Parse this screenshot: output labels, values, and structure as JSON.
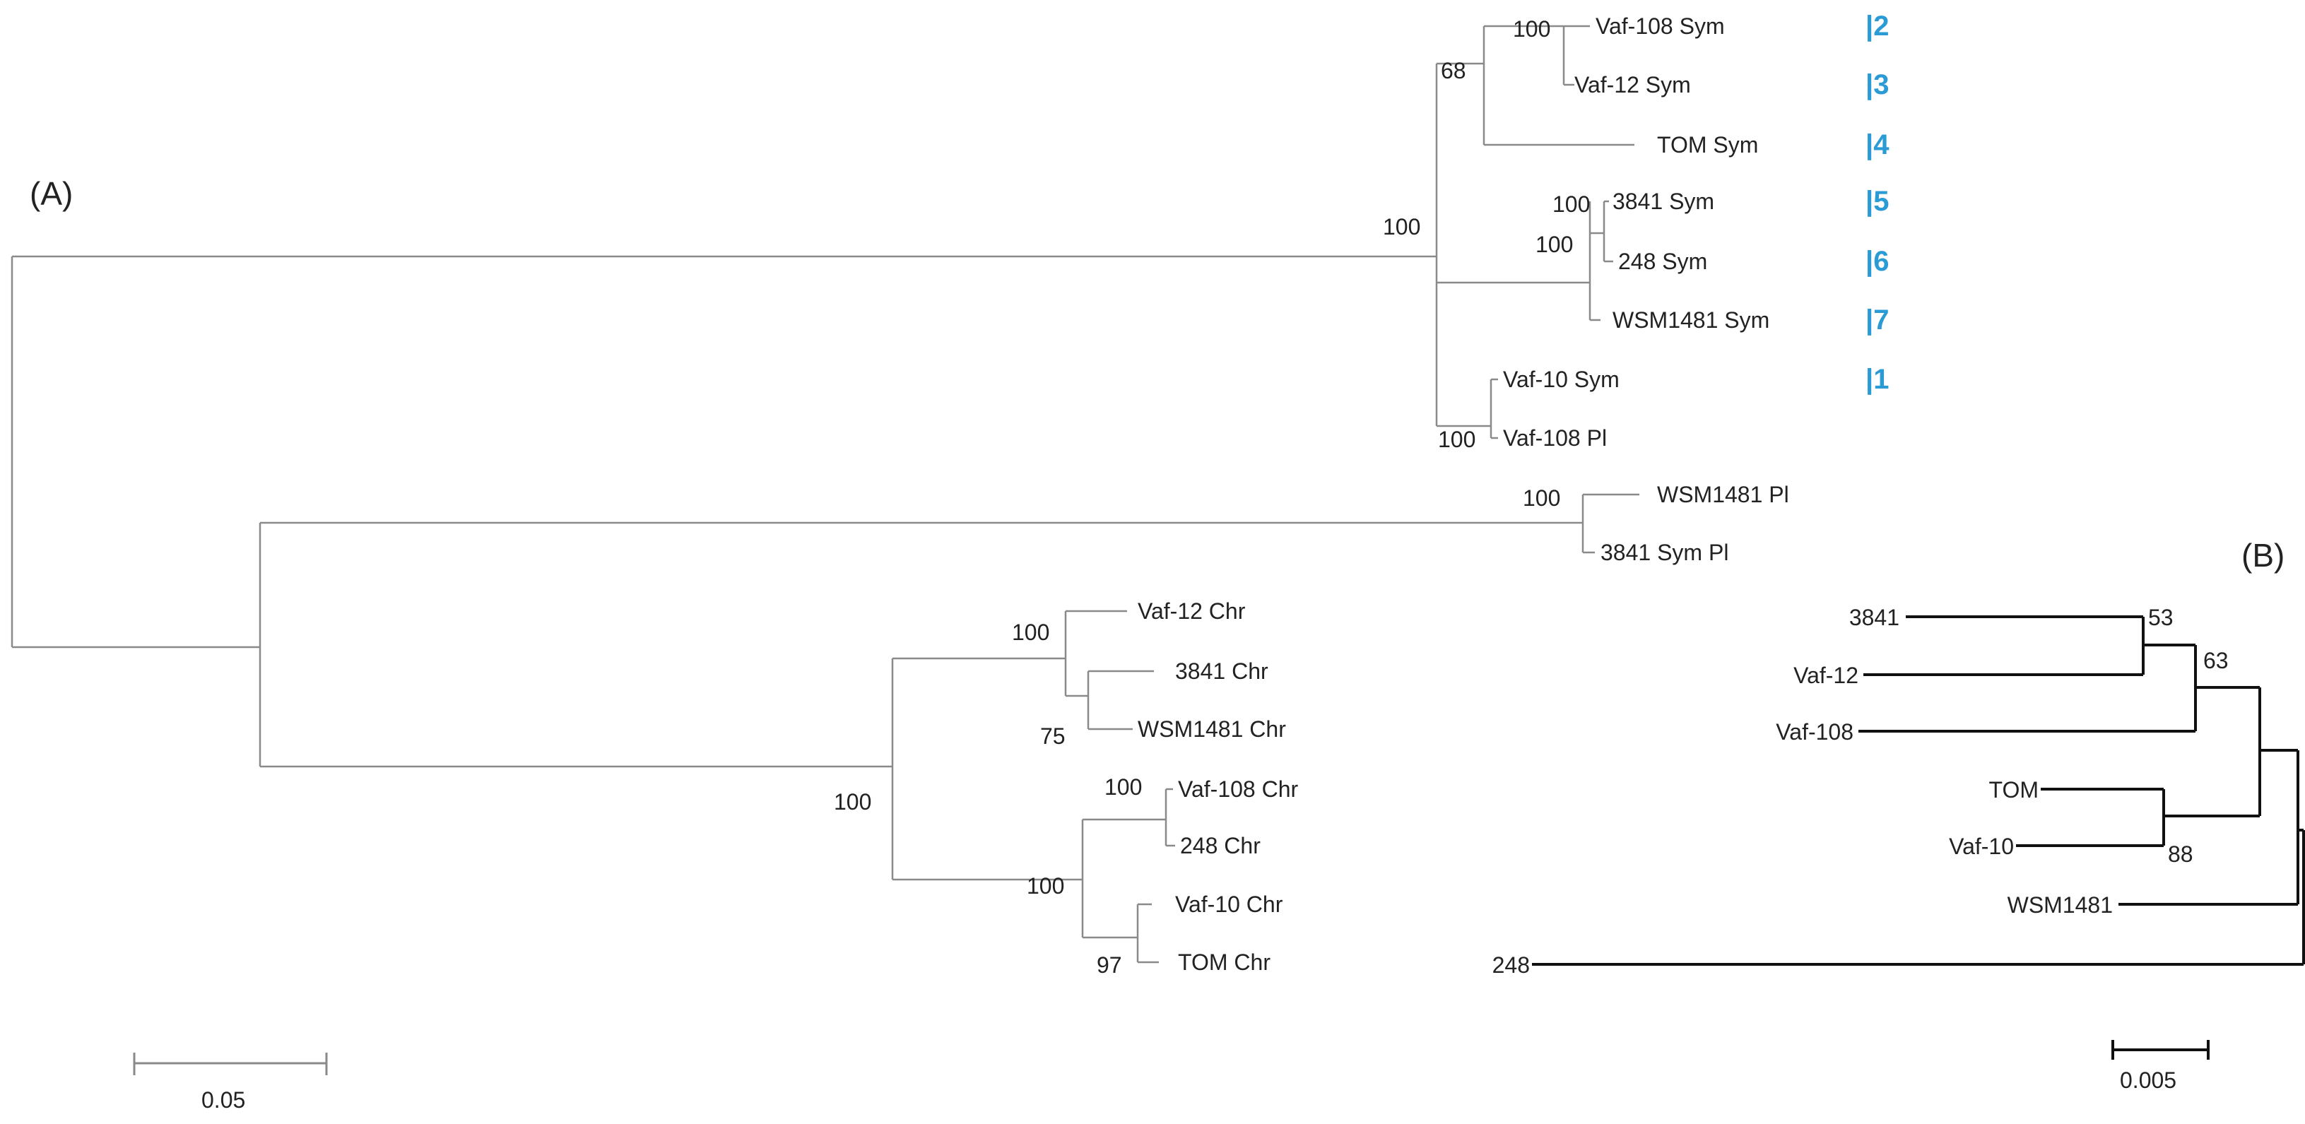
{
  "panels": {
    "a_label": "(A)",
    "b_label": "(B)"
  },
  "tree_a": {
    "tips": [
      "Vaf-108 Sym",
      "Vaf-12 Sym",
      "TOM Sym",
      "3841 Sym",
      "248 Sym",
      "WSM1481 Sym",
      "Vaf-10 Sym",
      "Vaf-108 Pl",
      "WSM1481 Pl",
      "3841 Sym Pl",
      "Vaf-12 Chr",
      "3841 Chr",
      "WSM1481 Chr",
      "Vaf-108 Chr",
      "248 Chr",
      "Vaf-10 Chr",
      "TOM Chr"
    ],
    "bootstrap": [
      "100",
      "68",
      "100",
      "100",
      "100",
      "100",
      "100",
      "100",
      "75",
      "100",
      "100",
      "100",
      "97"
    ],
    "cluster_numbers": [
      "|2",
      "|3",
      "|4",
      "|5",
      "|6",
      "|7",
      "|1"
    ],
    "scale_label": "0.05"
  },
  "tree_b": {
    "tips": [
      "3841",
      "Vaf-12",
      "Vaf-108",
      "TOM",
      "Vaf-10",
      "WSM1481",
      "248"
    ],
    "bootstrap": [
      "53",
      "63",
      "88"
    ],
    "scale_label": "0.005"
  }
}
